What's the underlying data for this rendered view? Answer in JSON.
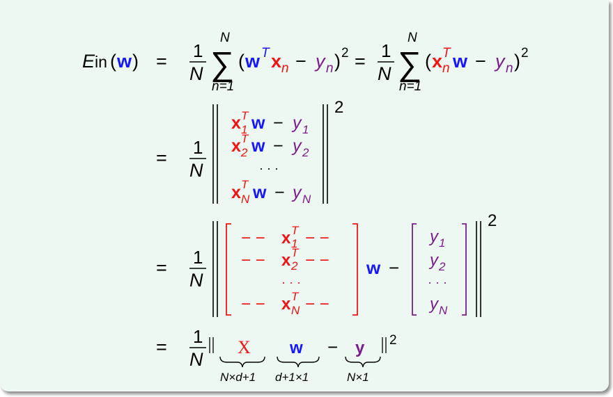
{
  "colors": {
    "background": "#eef8f2",
    "w": "#1515ff",
    "x": "#f01414",
    "y": "#7a1c8e",
    "text": "#000000"
  },
  "equation": {
    "lhs": {
      "E": "E",
      "sub": "in",
      "open": "(",
      "w": "w",
      "close": ")"
    },
    "eq": "=",
    "one": "1",
    "N": "N",
    "sum_lower": "n=1",
    "sum_upper": "N",
    "sum_symbol": "∑",
    "T": "T",
    "n": "n",
    "w": "w",
    "x": "x",
    "y": "y",
    "minus": "−",
    "sq": "2",
    "rows_idx": [
      "1",
      "2",
      "N"
    ],
    "dots": "· · ·",
    "dashes": "− −",
    "X": "X",
    "under_X": "N×d+1",
    "under_w": "d+1×1",
    "under_y": "N×1"
  }
}
